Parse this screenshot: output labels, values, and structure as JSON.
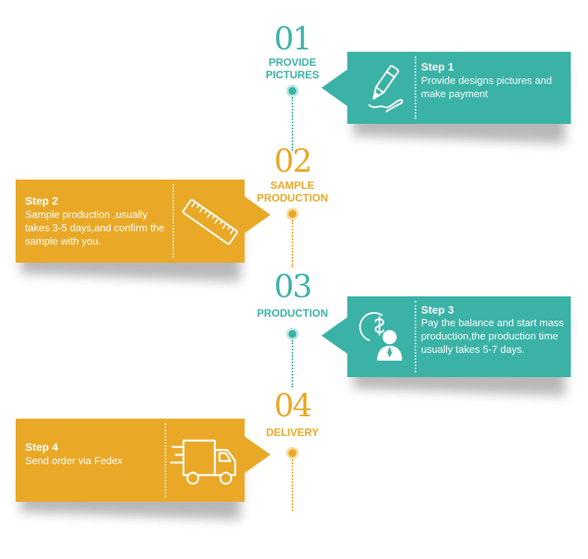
{
  "steps": [
    {
      "number": "01",
      "label_lines": [
        "PROVIDE",
        "PICTURES"
      ],
      "step_title": "Step 1",
      "description": "Provide designs pictures and make payment",
      "icon": "pen-signature-icon",
      "color": "#3bb2a6"
    },
    {
      "number": "02",
      "label_lines": [
        "SAMPLE",
        "PRODUCTION"
      ],
      "step_title": "Step 2",
      "description": "Sample production ,usually takes 3-5 days,and confirm the sample with you.",
      "icon": "ruler-icon",
      "color": "#e9a826"
    },
    {
      "number": "03",
      "label_lines": [
        "PRODUCTION"
      ],
      "step_title": "Step 3",
      "description": "Pay the balance and start mass production,the production time usually takes 5-7 days.",
      "icon": "dollar-person-icon",
      "color": "#3bb2a6"
    },
    {
      "number": "04",
      "label_lines": [
        "DELIVERY"
      ],
      "step_title": "Step 4",
      "description": "Send order via Fedex",
      "icon": "delivery-truck-icon",
      "color": "#e9a826"
    }
  ]
}
